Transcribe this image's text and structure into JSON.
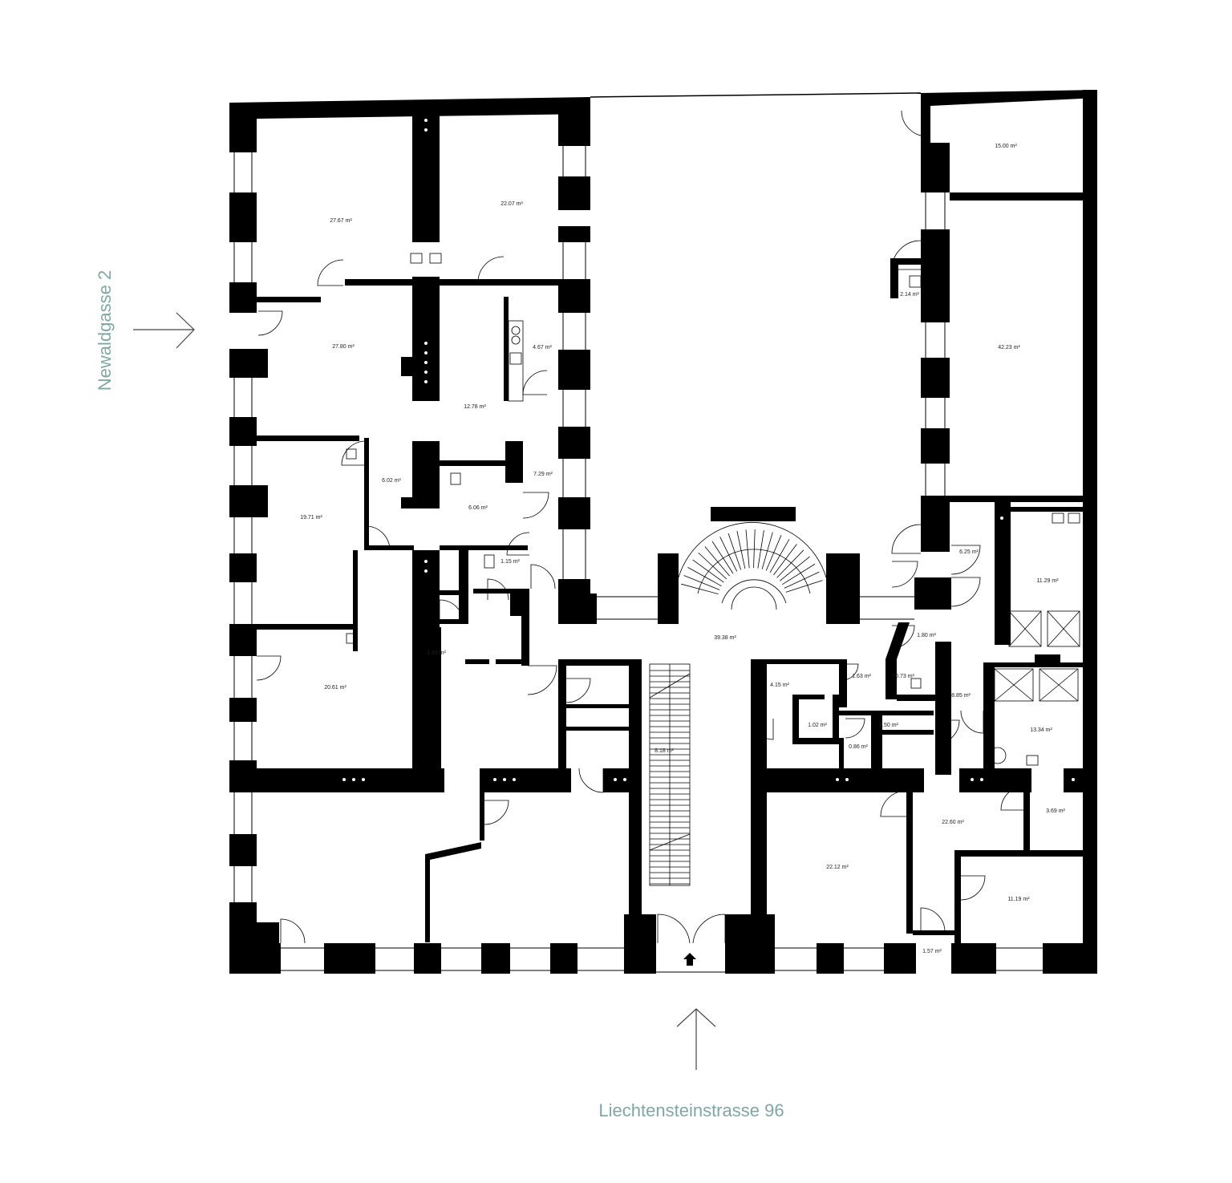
{
  "streets": {
    "left": "Newaldgasse 2",
    "bottom": "Liechtensteinstrasse 96"
  },
  "colors": {
    "wall": "#000000",
    "street_label": "#7fa8a4",
    "arrow": "#444444",
    "room_label": "#222222"
  },
  "icons": {
    "left_entrance": "arrow-right-icon",
    "bottom_entrance": "arrow-up-icon",
    "stairs": "staircase-icon",
    "door": "door-swing-icon"
  },
  "rooms": [
    {
      "id": "r1",
      "area": "27.67 m²"
    },
    {
      "id": "r2",
      "area": "22.07 m²"
    },
    {
      "id": "r3",
      "area": "27.80 m²"
    },
    {
      "id": "r4",
      "area": "4.67 m²"
    },
    {
      "id": "r5",
      "area": "12.78 m²"
    },
    {
      "id": "r6",
      "area": "19.71 m²"
    },
    {
      "id": "r7",
      "area": "6.02 m²"
    },
    {
      "id": "r8",
      "area": "6.06 m²"
    },
    {
      "id": "r9",
      "area": "7.29 m²"
    },
    {
      "id": "r10",
      "area": "1.15 m²"
    },
    {
      "id": "r11",
      "area": "1.33 m²"
    },
    {
      "id": "r12",
      "area": "20.61 m²"
    },
    {
      "id": "r13",
      "area": "39.38 m²"
    },
    {
      "id": "r14",
      "area": "8.18 m²"
    },
    {
      "id": "r15",
      "area": "15.00 m²"
    },
    {
      "id": "r16",
      "area": "2.14 m²"
    },
    {
      "id": "r17",
      "area": "42.23 m²"
    },
    {
      "id": "r18",
      "area": "6.25 m²"
    },
    {
      "id": "r19",
      "area": "11.29 m²"
    },
    {
      "id": "r20",
      "area": "1.80 m²"
    },
    {
      "id": "r21",
      "area": "4.15 m²"
    },
    {
      "id": "r22",
      "area": "1.63 m²"
    },
    {
      "id": "r23",
      "area": "0.73 m²"
    },
    {
      "id": "r24",
      "area": "8.85 m²"
    },
    {
      "id": "r25",
      "area": "1.02 m²"
    },
    {
      "id": "r26",
      "area": "2.50 m²"
    },
    {
      "id": "r27",
      "area": "0.86 m²"
    },
    {
      "id": "r28",
      "area": "13.34 m²"
    },
    {
      "id": "r29",
      "area": "22.60 m²"
    },
    {
      "id": "r30",
      "area": "3.69 m²"
    },
    {
      "id": "r31",
      "area": "22.12 m²"
    },
    {
      "id": "r32",
      "area": "11.19 m²"
    },
    {
      "id": "r33",
      "area": "1.57 m²"
    }
  ]
}
